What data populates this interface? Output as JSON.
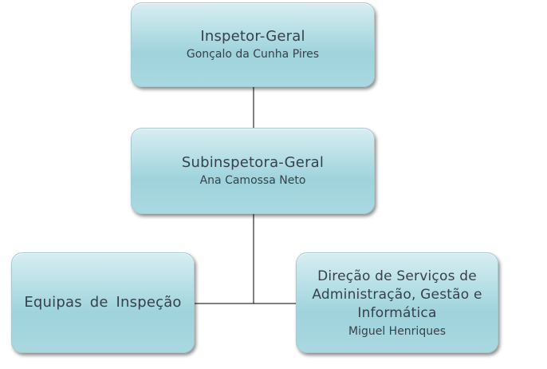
{
  "nodes": {
    "top": {
      "title": "Inspetor-Geral",
      "person": "Gonçalo da Cunha Pires"
    },
    "middle": {
      "title": "Subinspetora-Geral",
      "person": "Ana Camossa Neto"
    },
    "left": {
      "title": "Equipas de Inspeção"
    },
    "right": {
      "title_line1": "Direção de  Serviços de",
      "title_line2": "Administração,  Gestão e",
      "title_line3": "Informática",
      "person": "Miguel Henriques"
    }
  },
  "colors": {
    "box_fill": "#a9d8e0",
    "text": "#36414c",
    "connector": "#000000"
  }
}
